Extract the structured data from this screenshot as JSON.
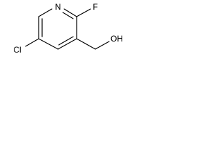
{
  "molecule": {
    "atoms": {
      "n": "N",
      "f": "F",
      "cl": "Cl",
      "oh": "OH"
    },
    "colors": {
      "bond": "#000000",
      "text": "#000000",
      "background": "#ffffff"
    }
  }
}
